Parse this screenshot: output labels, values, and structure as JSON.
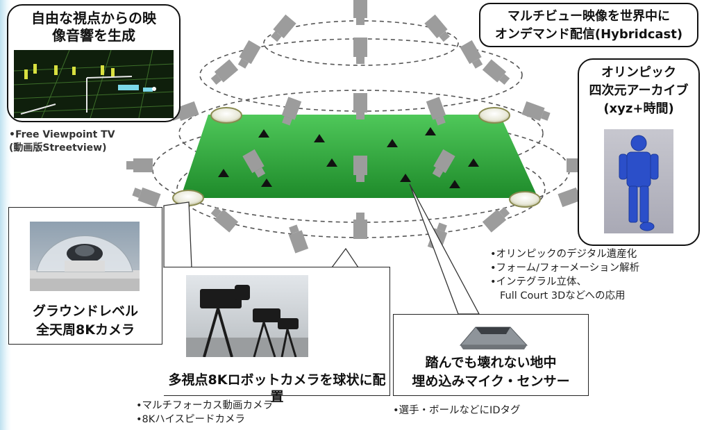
{
  "free_viewpoint": {
    "title": [
      "自由な視点からの映",
      "像音響を生成"
    ],
    "notes": [
      "•Free Viewpoint TV",
      "(動画版Streetview)"
    ]
  },
  "multiview": {
    "title": [
      "マルチビュー映像を世界中に",
      "オンデマンド配信(Hybridcast)"
    ]
  },
  "archive": {
    "title": [
      "オリンピック",
      "四次元アーカイブ",
      "(xyz+時間)"
    ],
    "notes": [
      "•オリンピックのデジタル遺産化",
      "•フォーム/フォーメーション解析",
      "•インテグラル立体、",
      "Full Court 3Dなどへの応用"
    ]
  },
  "ground_camera": {
    "title": [
      "グラウンドレベル",
      "全天周8Kカメラ"
    ]
  },
  "robot_camera": {
    "title": "多視点8Kロボットカメラを球状に配置",
    "notes": [
      "•マルチフォーカス動画カメラ",
      "•8Kハイスピードカメラ"
    ]
  },
  "mic": {
    "title": [
      "踏んでも壊れない地中",
      "埋め込みマイク・センサー"
    ],
    "notes": [
      "•選手・ボールなどにIDタグ"
    ]
  },
  "colors": {
    "field_green": "#2ea83a",
    "camera_gray": "#9c9c9c",
    "border": "#111111"
  }
}
